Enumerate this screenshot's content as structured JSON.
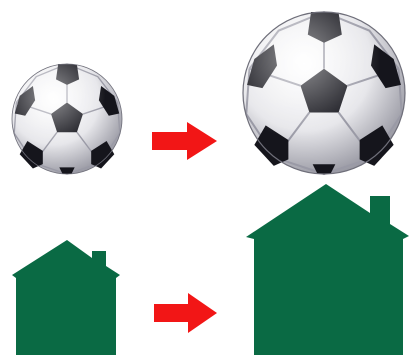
{
  "illustration": {
    "top_row": {
      "small_object": "soccer-ball",
      "arrow": "right-arrow",
      "large_object": "soccer-ball"
    },
    "bottom_row": {
      "small_object": "house-silhouette",
      "arrow": "right-arrow",
      "large_object": "house-silhouette"
    }
  },
  "colors": {
    "background": "#ffffff",
    "arrow": "#f21616",
    "house": "#0a6a44",
    "ball_black": "#15151c",
    "ball_white": "#f4f4f6",
    "ball_seam": "#9a9aa6"
  }
}
